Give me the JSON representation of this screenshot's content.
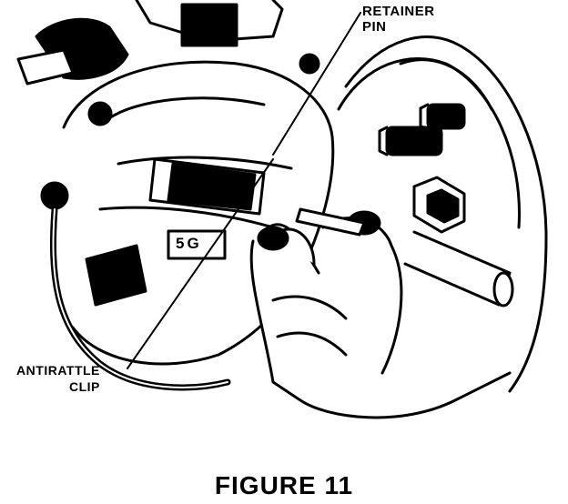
{
  "labels": {
    "retainer_line1": "RETAINER",
    "retainer_line2": "PIN",
    "antirattle_line1": "ANTIRATTLE",
    "antirattle_line2": "CLIP",
    "caliper_stamp": "5G"
  },
  "caption": "FIGURE 11",
  "colors": {
    "ink": "#000000",
    "paper": "#ffffff"
  }
}
